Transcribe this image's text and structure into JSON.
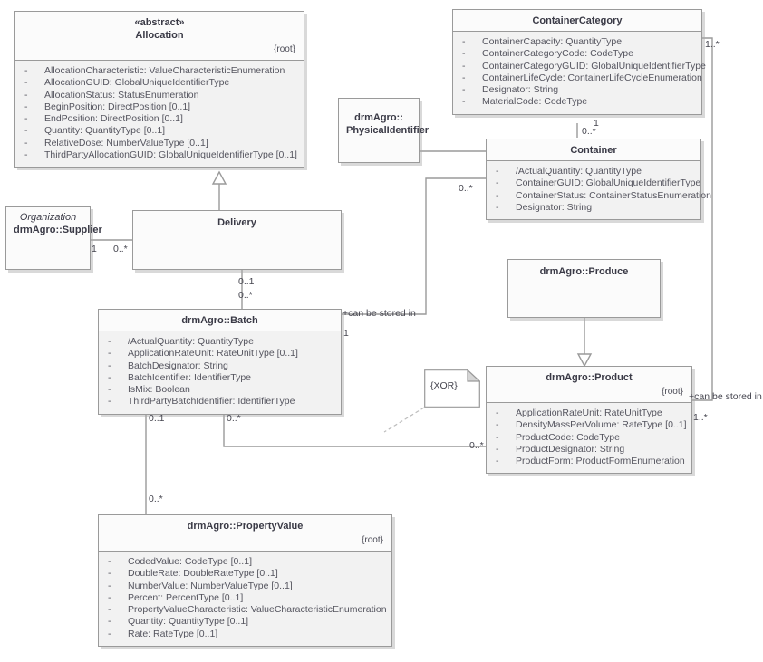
{
  "diagram": {
    "title": "drmAgro UML class diagram",
    "colors": {
      "line": "#9a9a9a",
      "header_bg": "#fbfbfb",
      "attr_bg": "#f2f2f2",
      "text": "#3a3a46",
      "attr_text": "#55555f"
    }
  },
  "classes": {
    "allocation": {
      "stereotype": "«abstract»",
      "name": "Allocation",
      "root": "{root}",
      "attributes": [
        "AllocationCharacteristic: ValueCharacteristicEnumeration",
        "AllocationGUID: GlobalUniqueIdentifierType",
        "AllocationStatus: StatusEnumeration",
        "BeginPosition: DirectPosition [0..1]",
        "EndPosition: DirectPosition [0..1]",
        "Quantity: QuantityType [0..1]",
        "RelativeDose: NumberValueType [0..1]",
        "ThirdPartyAllocationGUID: GlobalUniqueIdentifierType [0..1]"
      ]
    },
    "container_category": {
      "name": "ContainerCategory",
      "attributes": [
        "ContainerCapacity: QuantityType",
        "ContainerCategoryCode: CodeType",
        "ContainerCategoryGUID: GlobalUniqueIdentifierType",
        "ContainerLifeCycle: ContainerLifeCycleEnumeration",
        "Designator: String",
        "MaterialCode: CodeType"
      ]
    },
    "physical_identifier": {
      "name_line1": "drmAgro::",
      "name_line2": "PhysicalIdentifier"
    },
    "container": {
      "name": "Container",
      "attributes": [
        "/ActualQuantity: QuantityType",
        "ContainerGUID: GlobalUniqueIdentifierType",
        "ContainerStatus: ContainerStatusEnumeration",
        "Designator: String"
      ]
    },
    "supplier": {
      "stereotype": "Organization",
      "name": "drmAgro::Supplier"
    },
    "delivery": {
      "name": "Delivery"
    },
    "batch": {
      "name": "drmAgro::Batch",
      "attributes": [
        "/ActualQuantity: QuantityType",
        "ApplicationRateUnit: RateUnitType [0..1]",
        "BatchDesignator: String",
        "BatchIdentifier: IdentifierType",
        "IsMix: Boolean",
        "ThirdPartyBatchIdentifier: IdentifierType"
      ]
    },
    "produce": {
      "name": "drmAgro::Produce"
    },
    "product": {
      "name": "drmAgro::Product",
      "root": "{root}",
      "attributes": [
        "ApplicationRateUnit: RateUnitType",
        "DensityMassPerVolume: RateType [0..1]",
        "ProductCode: CodeType",
        "ProductDesignator: String",
        "ProductForm: ProductFormEnumeration"
      ]
    },
    "property_value": {
      "name": "drmAgro::PropertyValue",
      "root": "{root}",
      "attributes": [
        "CodedValue: CodeType [0..1]",
        "DoubleRate: DoubleRateType [0..1]",
        "NumberValue: NumberValueType [0..1]",
        "Percent: PercentType [0..1]",
        "PropertyValueCharacteristic: ValueCharacteristicEnumeration",
        "Quantity: QuantityType [0..1]",
        "Rate: RateType [0..1]"
      ]
    }
  },
  "notes": {
    "xor": "{XOR}"
  },
  "multiplicities": {
    "cc_to_product_top": "1..*",
    "cc_to_container_many": "0..*",
    "cc_to_container_one": "1",
    "container_to_batch": "0..*",
    "supplier_one": "1",
    "delivery_many": "0..*",
    "delivery_to_batch_one": "0..1",
    "delivery_to_batch_many": "0..*",
    "batch_can_be_stored_in": "1",
    "batch_to_propertyvalue_top": "0..1",
    "batch_to_product_many": "0..*",
    "propertyvalue_many": "0..*",
    "product_left_many": "0..*",
    "product_stored_in": "1..*"
  },
  "labels": {
    "can_be_stored_in_batch": "+can be stored in",
    "can_be_stored_in_product": "+can be stored in"
  }
}
